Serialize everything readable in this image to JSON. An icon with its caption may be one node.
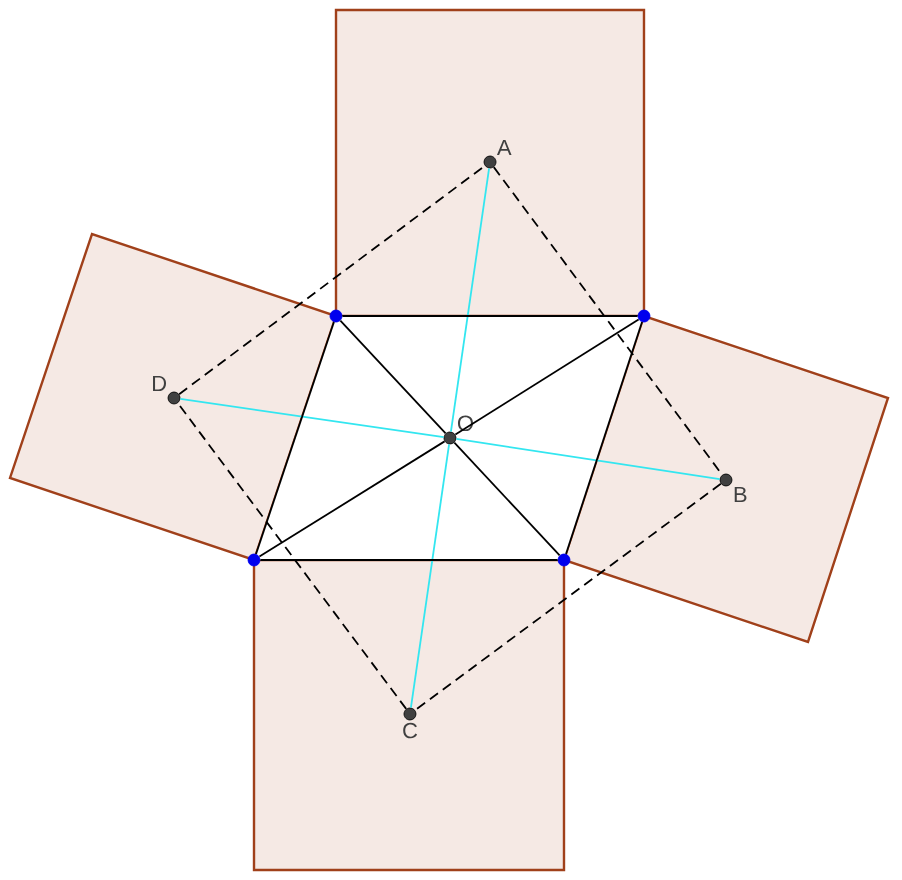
{
  "diagram": {
    "nodes": [
      {
        "text": [
          "A"
        ]
      },
      {
        "text": [
          "B"
        ]
      },
      {
        "text": [
          "C"
        ]
      },
      {
        "text": [
          "D"
        ]
      },
      {
        "text": [
          "O"
        ]
      },
      {
        "text": [],
        "shape": "circle"
      },
      {
        "text": [],
        "shape": "circle"
      },
      {
        "text": [],
        "shape": "circle"
      },
      {
        "text": [],
        "shape": "circle"
      }
    ],
    "edges": [
      {
        "from": 0,
        "to": 1,
        "arrow": "none",
        "style": "dashed"
      },
      {
        "from": 1,
        "to": 2,
        "arrow": "none",
        "style": "dashed"
      },
      {
        "from": 2,
        "to": 3,
        "arrow": "none",
        "style": "dashed"
      },
      {
        "from": 3,
        "to": 0,
        "arrow": "none",
        "style": "dashed"
      },
      {
        "from": 0,
        "to": 4,
        "arrow": "none",
        "color": "#33e6f0"
      },
      {
        "from": 4,
        "to": 2,
        "arrow": "none",
        "color": "#33e6f0"
      },
      {
        "from": 3,
        "to": 4,
        "arrow": "none",
        "color": "#33e6f0"
      },
      {
        "from": 4,
        "to": 1,
        "arrow": "none",
        "color": "#33e6f0"
      },
      {
        "from": 5,
        "to": 6,
        "arrow": "none"
      },
      {
        "from": 6,
        "to": 7,
        "arrow": "none"
      },
      {
        "from": 7,
        "to": 8,
        "arrow": "none"
      },
      {
        "from": 8,
        "to": 5,
        "arrow": "none"
      },
      {
        "from": 5,
        "to": 4,
        "arrow": "none"
      },
      {
        "from": 4,
        "to": 7,
        "arrow": "none"
      },
      {
        "from": 6,
        "to": 4,
        "arrow": "none"
      },
      {
        "from": 4,
        "to": 8,
        "arrow": "none"
      }
    ]
  }
}
